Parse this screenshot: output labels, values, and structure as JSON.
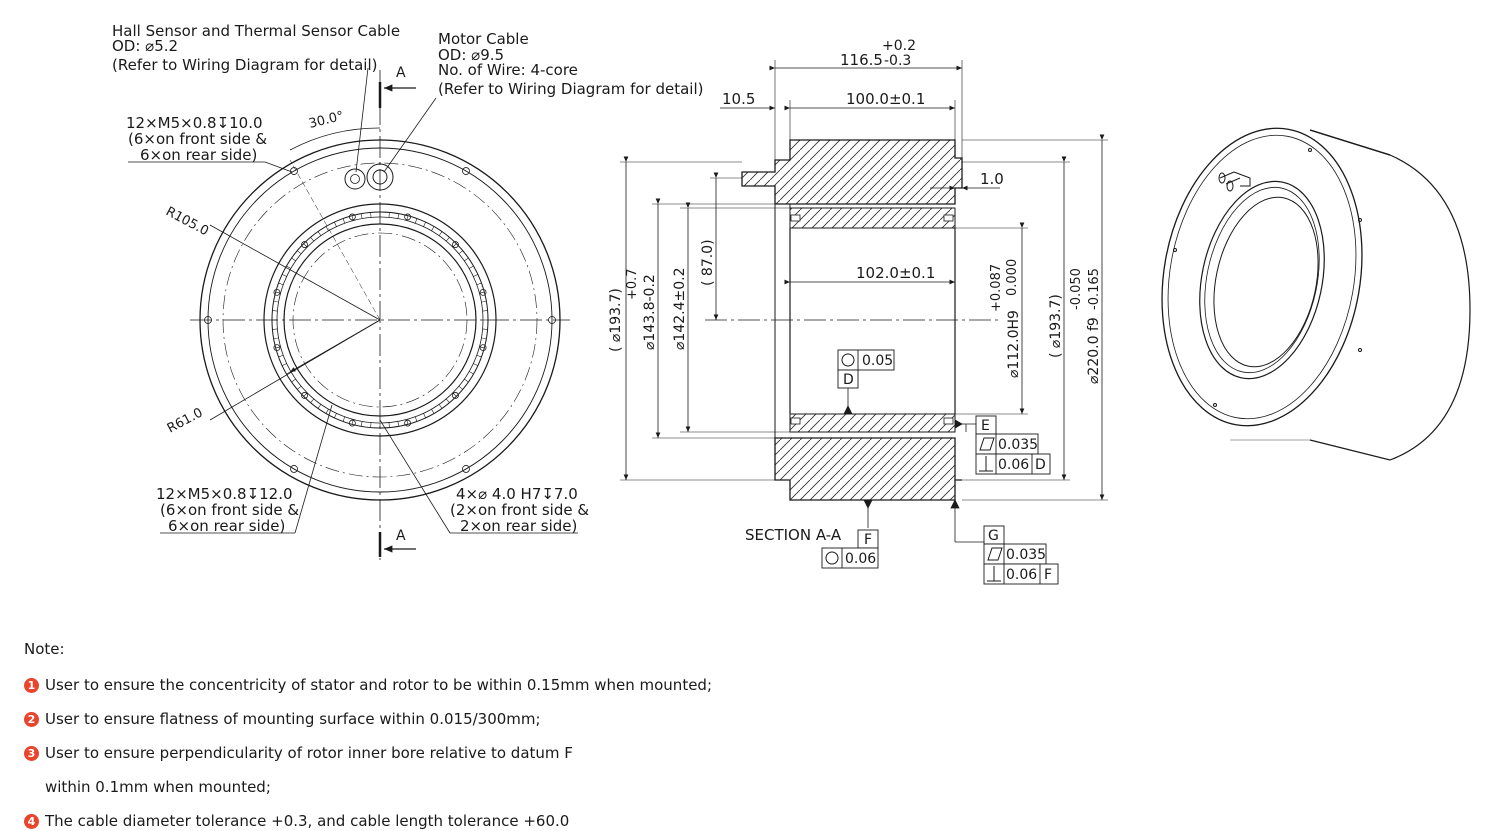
{
  "front_view": {
    "hall_cable": [
      "Hall Sensor and Thermal Sensor Cable",
      "OD: ⌀5.2",
      "(Refer to Wiring Diagram for detail)"
    ],
    "motor_cable": [
      "Motor Cable",
      "OD: ⌀9.5",
      "No. of Wire: 4-core",
      "(Refer to Wiring Diagram for detail)"
    ],
    "section_mark": "A",
    "angle": "30.0°",
    "holes_top": [
      "12×M5×0.8↧10.0",
      "(6×on front side &",
      "6×on rear side)"
    ],
    "r_outer": "R105.0",
    "r_inner": "R61.0",
    "holes_bottom": [
      "12×M5×0.8↧12.0",
      "(6×on front side &",
      "6×on rear side)"
    ],
    "pin_holes": [
      "4×⌀ 4.0 H7↧7.0",
      "(2×on front side &",
      "2×on rear side)"
    ]
  },
  "section": {
    "title": "SECTION A-A",
    "dim_total": "116.5",
    "tol_upper": "+0.2",
    "tol_lower": "-0.3",
    "dim_offset": "10.5",
    "dim_width": "100.0±0.1",
    "dim_step": "1.0",
    "dim_inner_len": "102.0±0.1",
    "dia_ref_left": "( ⌀193.7)",
    "dia_1438": "⌀143.8-0.2",
    "dia_1438_tol": "+0.7",
    "dia_1424": "⌀142.4±0.2",
    "dim_87": "( 87.0)",
    "dia_112": "⌀112.0H9",
    "dia_112_tol_u": "+0.087",
    "dia_112_tol_l": "0.000",
    "dia_ref_right": "( ⌀193.7)",
    "dia_220": "⌀220.0 f9",
    "dia_220_tol_u": "-0.050",
    "dia_220_tol_l": "-0.165",
    "gdt_circ_d": "0.05",
    "datum_d": "D",
    "datum_e": "E",
    "gdt_e_flat": "0.035",
    "gdt_e_perp": "0.06",
    "gdt_e_ref": "D",
    "datum_f": "F",
    "gdt_f_circ": "0.06",
    "datum_g": "G",
    "gdt_g_flat": "0.035",
    "gdt_g_perp": "0.06",
    "gdt_g_ref": "F"
  },
  "notes": {
    "title": "Note:",
    "items": [
      {
        "num": "1",
        "text": "User to ensure the concentricity of stator and rotor to be within 0.15mm when mounted;"
      },
      {
        "num": "2",
        "text": "User to ensure flatness of mounting surface within 0.015/300mm;"
      },
      {
        "num": "3",
        "text": "User to ensure perpendicularity of rotor inner bore relative to datum F"
      },
      {
        "num": "",
        "text": "within 0.1mm when mounted;"
      },
      {
        "num": "4",
        "text": "The cable diameter tolerance +0.3, and cable length tolerance +60.0"
      }
    ]
  },
  "colors": {
    "line": "#1a1a1a",
    "note_bullet": "#e8452c"
  }
}
